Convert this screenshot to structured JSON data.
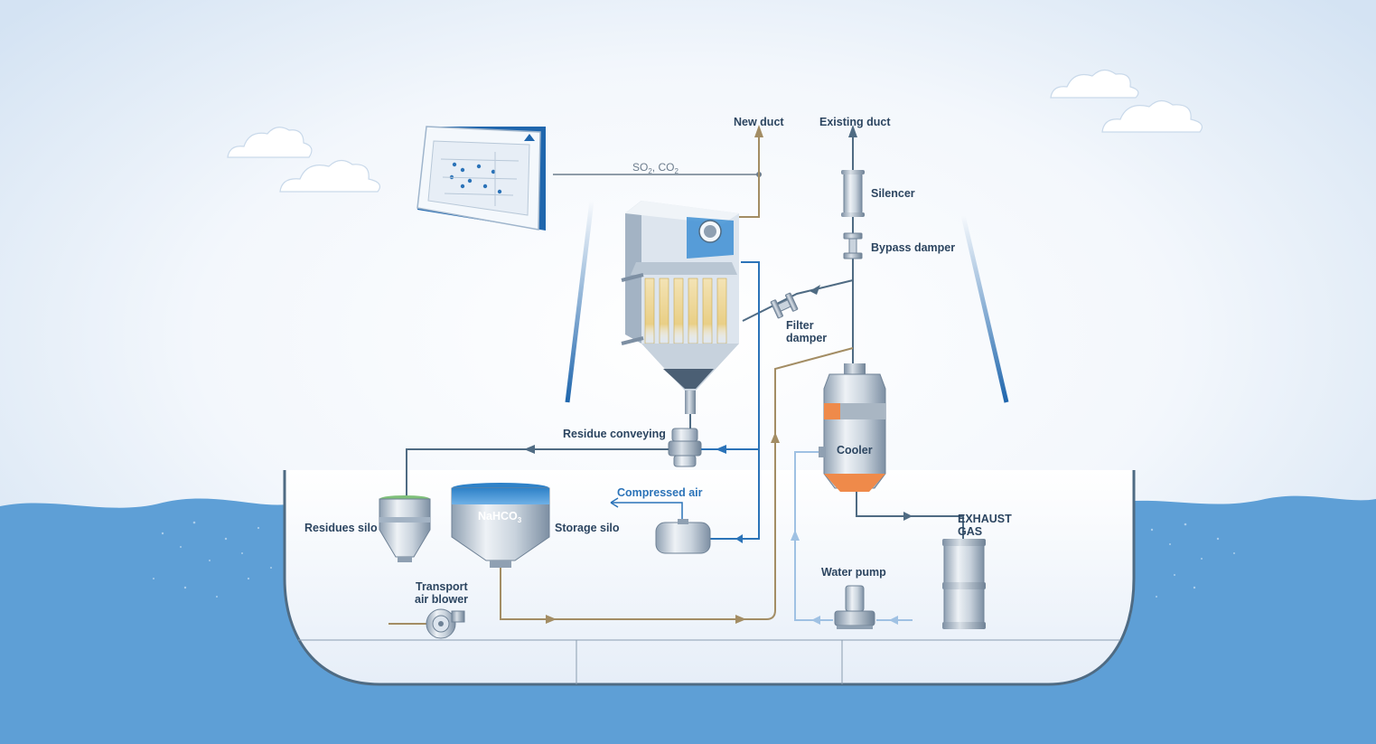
{
  "labels": {
    "new_duct": "New duct",
    "existing_duct": "Existing duct",
    "gas_species_1": "SO",
    "gas_species_1_sub": "2",
    "gas_species_sep": ", CO",
    "gas_species_2_sub": "2",
    "silencer": "Silencer",
    "bypass_damper": "Bypass damper",
    "filter_damper_line1": "Filter",
    "filter_damper_line2": "damper",
    "residue_conveying": "Residue conveying",
    "compressed_air": "Compressed air",
    "cooler": "Cooler",
    "exhaust_gas_line1": "EXHAUST",
    "exhaust_gas_line2": "GAS",
    "residues_silo": "Residues silo",
    "reagent_main": "NaHCO",
    "reagent_sub": "3",
    "storage_silo": "Storage silo",
    "transport_air_blower_line1": "Transport",
    "transport_air_blower_line2": "air blower",
    "water_pump": "Water pump"
  },
  "colors": {
    "sky": "#dde9f6",
    "sea": "#5e9fd6",
    "hull_outline": "#4f6b83",
    "gas_line": "#4f6b83",
    "reagent_line": "#a38d64",
    "air_line": "#2b73b8",
    "water_line": "#9fc1e3",
    "accent_orange": "#ef8a4a",
    "accent_blue": "#3e8fd3"
  }
}
